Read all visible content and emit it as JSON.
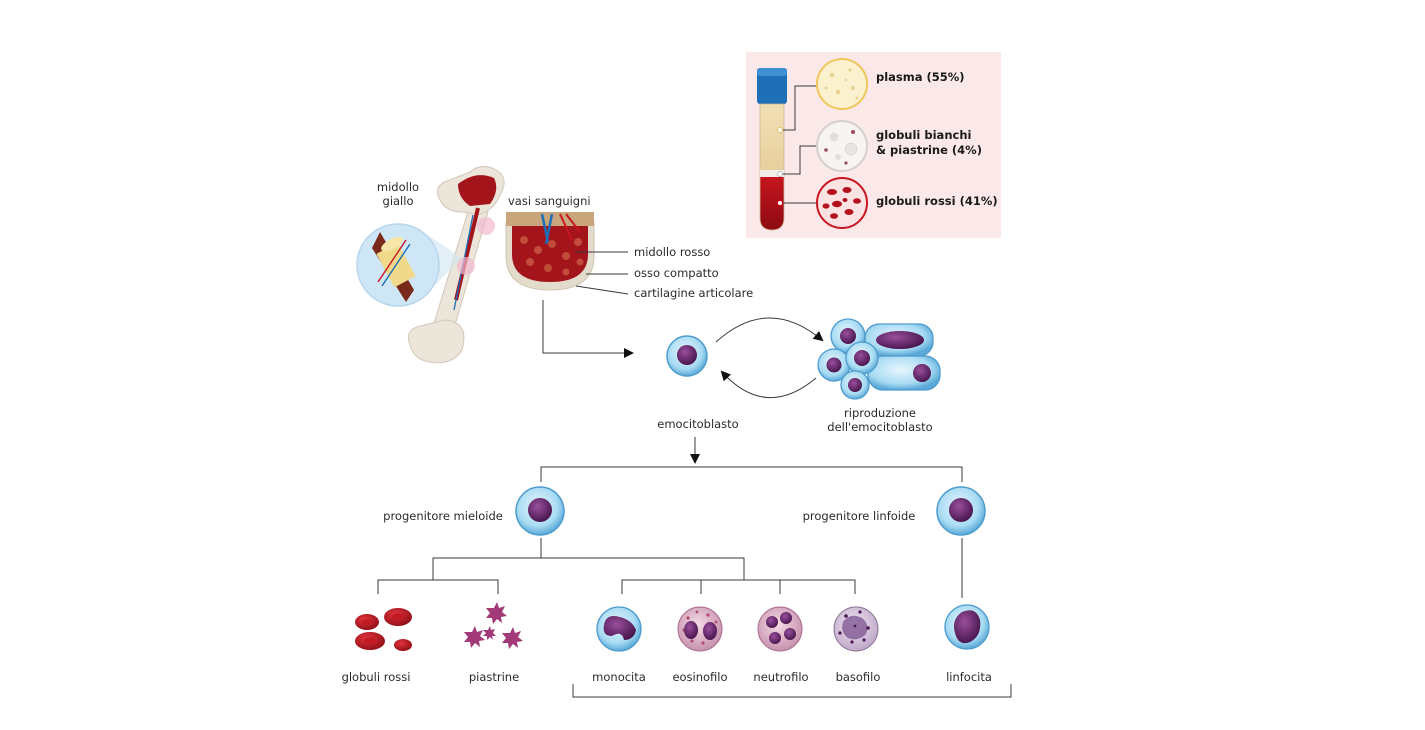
{
  "bone": {
    "yellow_marrow": [
      "midollo",
      "giallo"
    ],
    "blood_vessels": "vasi sanguigni",
    "red_marrow": "midollo rosso",
    "compact_bone": "osso compatto",
    "articular_cartilage": "cartilagine articolare"
  },
  "blood_composition": {
    "plasma": "plasma (55%)",
    "white_cells_platelets": [
      "globuli bianchi",
      "& piastrine (4%)"
    ],
    "red_cells": "globuli rossi (41%)"
  },
  "stem": {
    "hemocytoblast": "emocitoblasto",
    "reproduction": [
      "riproduzione",
      "dell'emocitoblasto"
    ]
  },
  "progenitors": {
    "myeloid": "progenitore mieloide",
    "lymphoid": "progenitore linfoide"
  },
  "cells": {
    "red_blood_cells": "globuli rossi",
    "platelets": "piastrine",
    "monocyte": "monocita",
    "eosinophil": "eosinofilo",
    "neutrophil": "neutrofilo",
    "basophil": "basofilo",
    "lymphocyte": "linfocita"
  },
  "colors": {
    "cell_membrane": "#7fc3ea",
    "nucleus": "#6a2c6e",
    "blood_red": "#b3121d",
    "panel_bg": "#fbe9e9",
    "plasma": "#f6e3a6"
  }
}
